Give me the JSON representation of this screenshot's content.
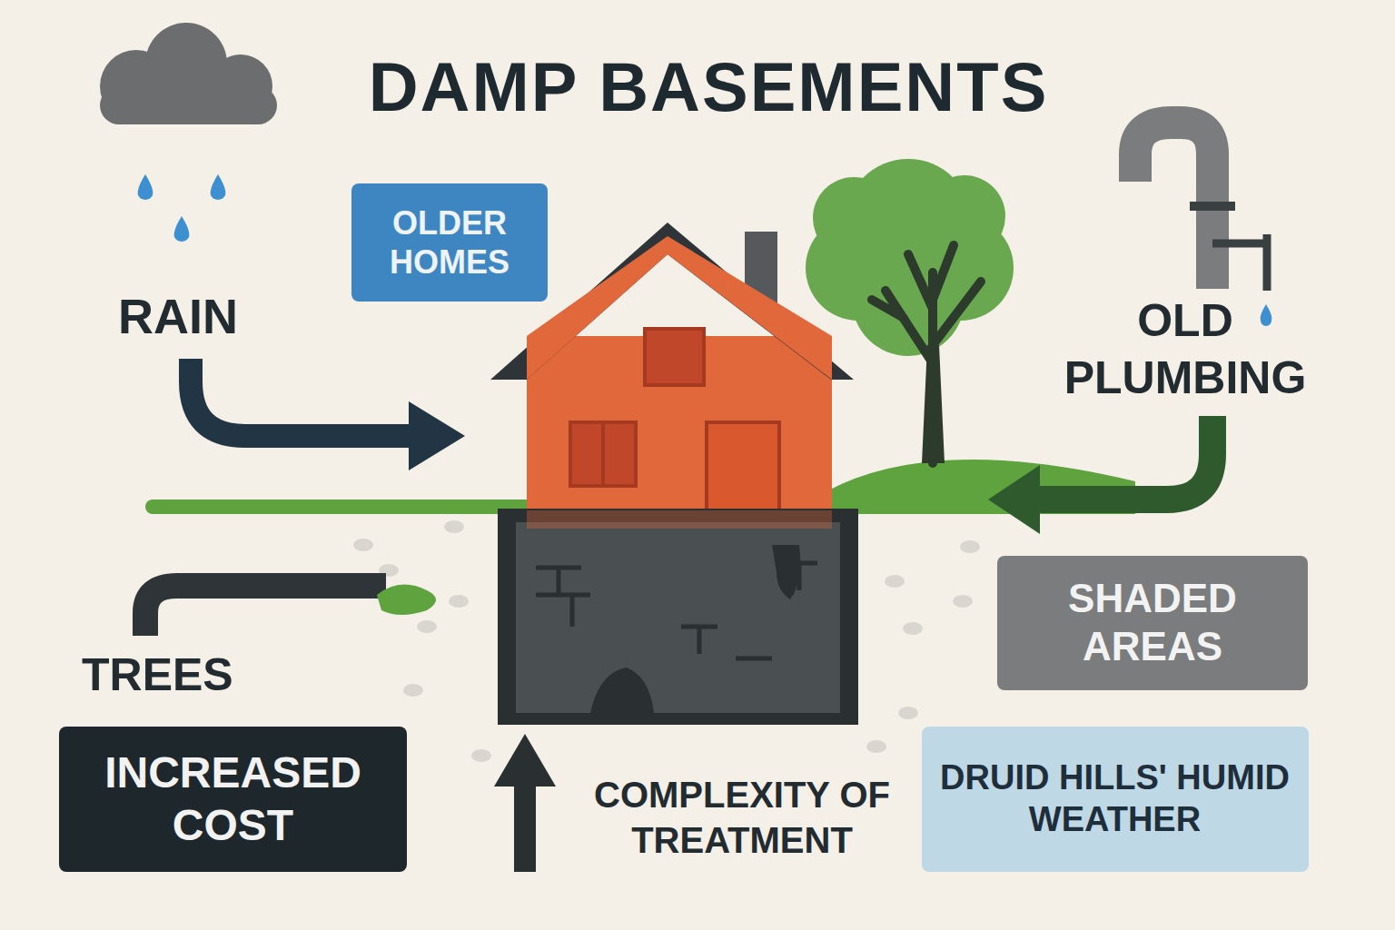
{
  "diagram": {
    "title": "DAMP BASEMENTS",
    "nodes": [
      {
        "text": [
          "OLDER HOMES"
        ]
      },
      {
        "text": [
          "SHADED AREAS"
        ]
      },
      {
        "text": [
          "INCREASED COST"
        ]
      },
      {
        "text": [
          "DRUID HILLS' HUMID WEATHER"
        ]
      }
    ],
    "labels": [
      "RAIN",
      "OLD PLUMBING",
      "TREES",
      "COMPLEXITY OF TREATMENT"
    ]
  }
}
